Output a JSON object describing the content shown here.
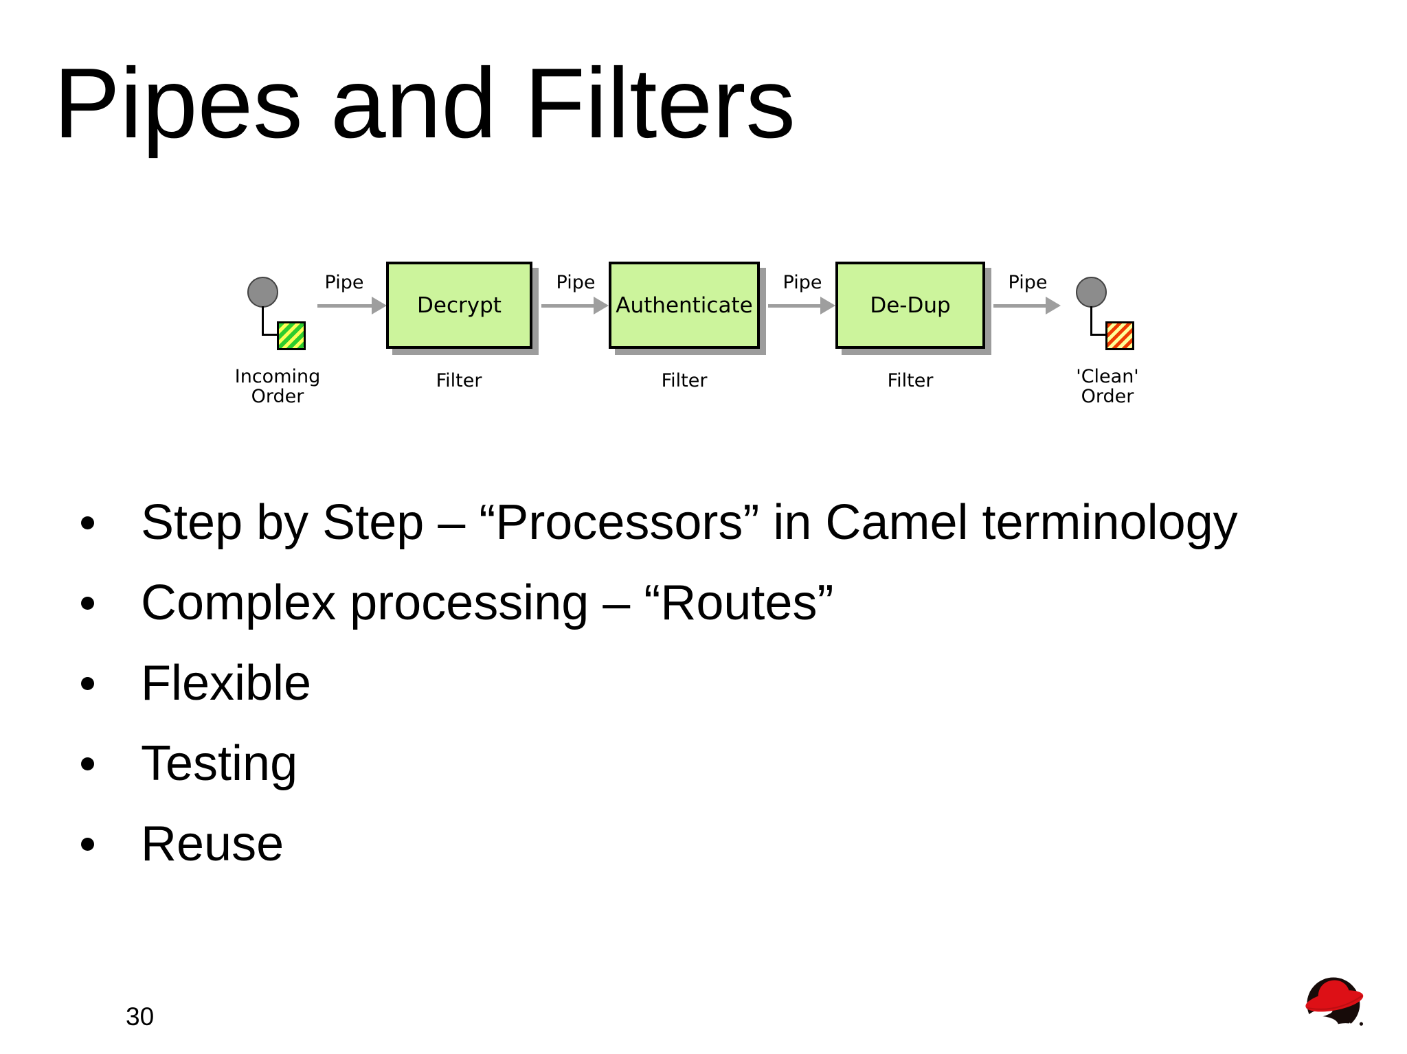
{
  "slide": {
    "title": "Pipes and Filters",
    "page_number": "30"
  },
  "bullets": [
    "Step by Step – “Processors” in Camel terminology",
    "Complex processing – “Routes”",
    "Flexible",
    "Testing",
    "Reuse"
  ],
  "diagram": {
    "source_node": {
      "line1": "Incoming",
      "line2": "Order"
    },
    "sink_node": {
      "line1": "'Clean'",
      "line2": "Order"
    },
    "pipes": [
      "Pipe",
      "Pipe",
      "Pipe",
      "Pipe"
    ],
    "filters": [
      {
        "name": "Decrypt",
        "caption": "Filter"
      },
      {
        "name": "Authenticate",
        "caption": "Filter"
      },
      {
        "name": "De-Dup",
        "caption": "Filter"
      }
    ],
    "colors": {
      "filter_fill": "#ccf49c",
      "filter_border": "#000000",
      "filter_shadow": "#9c9c9c",
      "arrow": "#9e9e9e",
      "terminal_circle": "#8c8c8c",
      "incoming_stripe": "#2ecc2e",
      "incoming_background": "#ffff55",
      "clean_stripe": "#ee3a00",
      "clean_background": "#ffff99"
    }
  },
  "icons": {
    "logo": "redhat-shadowman-logo"
  }
}
